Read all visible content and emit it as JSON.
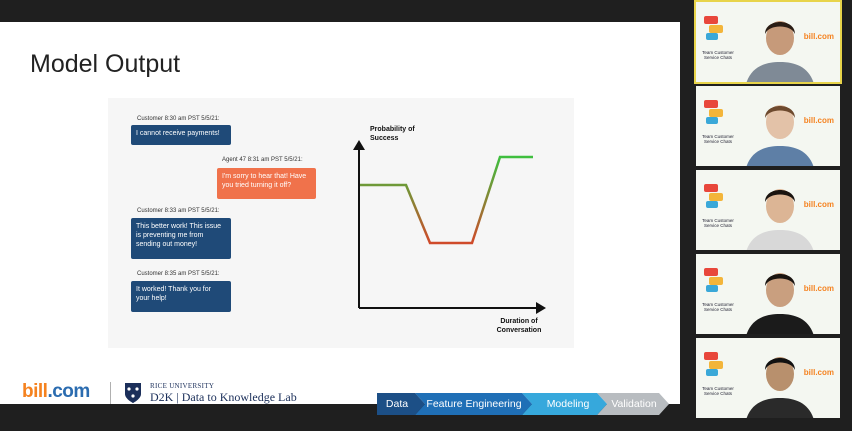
{
  "slide": {
    "title": "Model Output",
    "chat": [
      {
        "role": "customer",
        "meta": "Customer 8:30 am PST 5/5/21:",
        "text": "I cannot receive payments!"
      },
      {
        "role": "agent",
        "meta": "Agent 47 8:31 am PST 5/5/21:",
        "text": "I'm sorry to hear that! Have you tried turning it off?"
      },
      {
        "role": "customer",
        "meta": "Customer 8:33 am PST 5/5/21:",
        "text": "This better work! This issue is preventing me from sending out money!"
      },
      {
        "role": "customer",
        "meta": "Customer 8:35 am PST 5/5/21:",
        "text": "It worked! Thank you for your help!"
      }
    ],
    "chart": {
      "ylabel": "Probability of Success",
      "xlabel": "Duration of Conversation",
      "colors": {
        "high": "#3fbf3f",
        "low": "#d04a2a"
      }
    },
    "logos": {
      "bill_main": "bill",
      "bill_dot": ".com",
      "rice_university": "RICE UNIVERSITY",
      "d2k": "D2K | Data to Knowledge Lab"
    },
    "pipeline": [
      {
        "label": "Data",
        "color": "#1c4f86"
      },
      {
        "label": "Feature Engineering",
        "color": "#1f6fb6"
      },
      {
        "label": "Modeling",
        "color": "#36a8dc"
      },
      {
        "label": "Validation",
        "color": "#b8bcc0"
      }
    ]
  },
  "participants": [
    {
      "team": "Team Customer Service Chats",
      "brand": "bill.com",
      "active": true
    },
    {
      "team": "Team Customer Service Chats",
      "brand": "bill.com",
      "active": false
    },
    {
      "team": "Team Customer Service Chats",
      "brand": "bill.com",
      "active": false
    },
    {
      "team": "Team Customer Service Chats",
      "brand": "bill.com",
      "active": false
    },
    {
      "team": "Team Customer Service Chats",
      "brand": "bill.com",
      "active": false
    }
  ]
}
